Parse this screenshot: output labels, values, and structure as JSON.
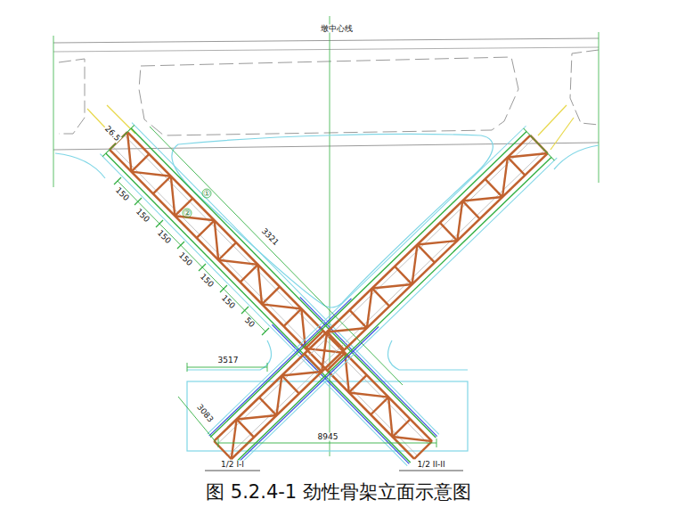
{
  "diagram": {
    "caption": "图 5.2.4-1 劲性骨架立面示意图",
    "labels": [
      "墩中心线",
      "26.5",
      "①",
      "②",
      "150",
      "150",
      "150",
      "150",
      "150",
      "150",
      "50",
      "3321",
      "3517",
      "3083",
      "8945",
      "1/2 I-I",
      "1/2 II-II"
    ]
  }
}
